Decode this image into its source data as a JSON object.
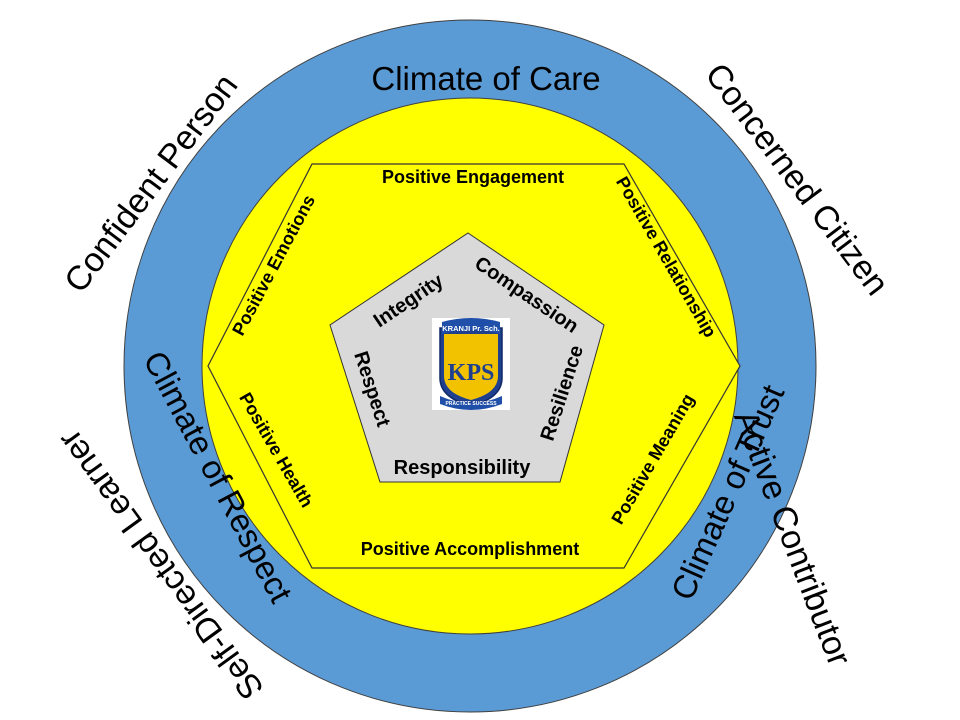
{
  "colors": {
    "outer_ring": "#5b9bd5",
    "inner_circle": "#ffff00",
    "hexagon": "#ffff00",
    "pentagon": "#d9d9d9",
    "outline": "#404040"
  },
  "outer_labels": {
    "confident_person": "Confident Person",
    "concerned_citizen": "Concerned Citizen",
    "self_directed_learner": "Self-Directed Learner",
    "active_contributor": "Active Contributor"
  },
  "climates": {
    "care": "Climate of Care",
    "respect": "Climate of Respect",
    "trust": "Climate of Trust"
  },
  "positives": {
    "engagement": "Positive Engagement",
    "emotions": "Positive Emotions",
    "relationship": "Positive Relationship",
    "health": "Positive Health",
    "meaning": "Positive Meaning",
    "accomplishment": "Positive Accomplishment"
  },
  "values": {
    "integrity": "Integrity",
    "compassion": "Compassion",
    "respect": "Respect",
    "resilience": "Resilience",
    "responsibility": "Responsibility"
  },
  "logo": {
    "school": "KRANJI Pr. Sch.",
    "monogram": "KPS",
    "motto": "PRACTICE SUCCESS"
  }
}
